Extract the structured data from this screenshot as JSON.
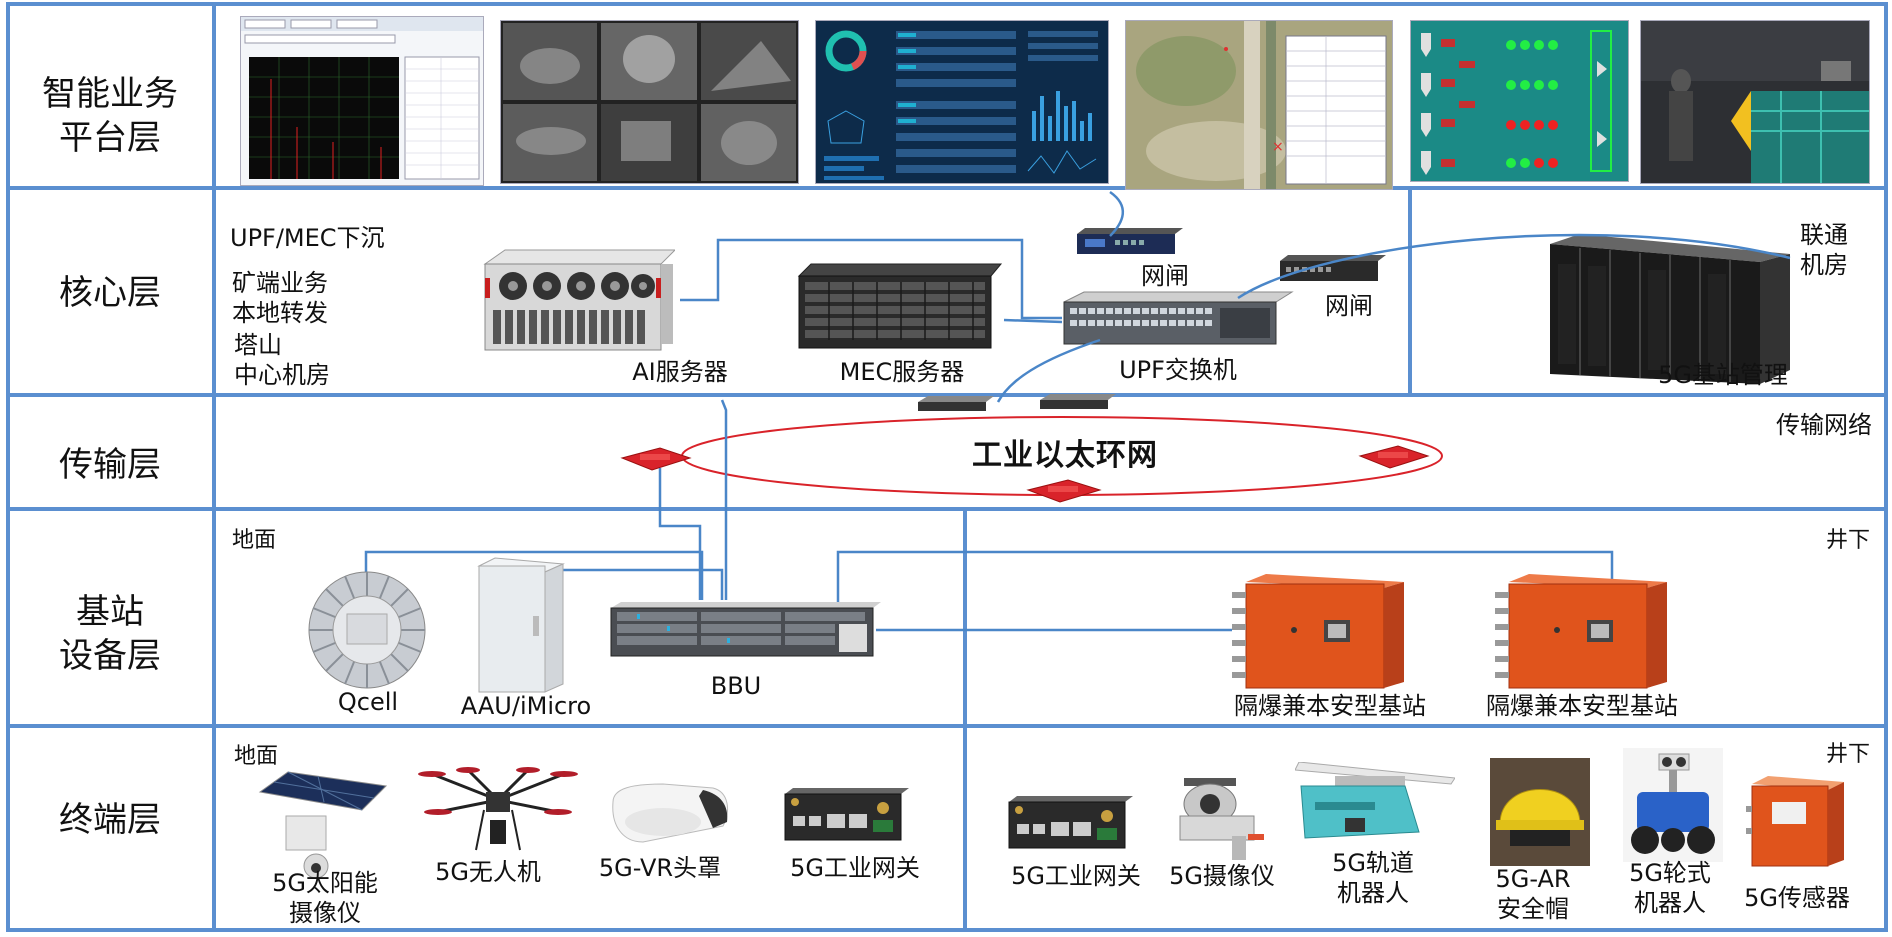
{
  "layers": {
    "platform": [
      "智能业务",
      "平台层"
    ],
    "core": [
      "核心层"
    ],
    "transport": [
      "传输层"
    ],
    "base": [
      "基站",
      "设备层"
    ],
    "terminal": [
      "终端层"
    ]
  },
  "core": {
    "upf_mec": "UPF/MEC下沉",
    "local_forward": [
      "矿端业务",
      "本地转发"
    ],
    "tashan": [
      "塔山",
      "中心机房"
    ],
    "ai_server": "AI服务器",
    "mec_server": "MEC服务器",
    "gateway_1": "网闸",
    "gateway_2": "网闸",
    "upf_switch": "UPF交换机",
    "unicom_room": [
      "联通",
      "机房"
    ],
    "station_mgmt": "5G基站管理"
  },
  "transport": {
    "ring": "工业以太环网",
    "network": "传输网络"
  },
  "base": {
    "surface": "地面",
    "underground": "井下",
    "qcell": "Qcell",
    "aau": "AAU/iMicro",
    "bbu": "BBU",
    "ex_station_1": "隔爆兼本安型基站",
    "ex_station_2": "隔爆兼本安型基站"
  },
  "terminal": {
    "surface": "地面",
    "underground": "井下",
    "solar_camera": [
      "5G太阳能",
      "摄像仪"
    ],
    "drone": "5G无人机",
    "vr": "5G-VR头罩",
    "gateway_surface": "5G工业网关",
    "gateway_under": "5G工业网关",
    "camera": "5G摄像仪",
    "rail_robot": [
      "5G轨道",
      "机器人"
    ],
    "ar_helmet": [
      "5G-AR",
      "安全帽"
    ],
    "wheel_robot": [
      "5G轮式",
      "机器人"
    ],
    "sensor": "5G传感器"
  },
  "colors": {
    "grid_blue": "#5b8fd0",
    "link_blue": "#4a86c8",
    "ring_red": "#d9232a",
    "cabinet_orange": "#e0541c",
    "screen_teal": "#1b8a86"
  },
  "icons": [
    "grid-chart-icon",
    "cctv-wall-icon",
    "dashboard-icon",
    "satellite-map-icon",
    "control-panel-icon",
    "vr-demo-icon",
    "server-icon",
    "switch-icon",
    "rack-icon",
    "router-icon",
    "qcell-icon",
    "aau-icon",
    "bbu-icon",
    "explosion-proof-station-icon",
    "solar-camera-icon",
    "drone-icon",
    "vr-headset-icon",
    "industrial-gateway-icon",
    "bullet-camera-icon",
    "rail-robot-icon",
    "ar-helmet-icon",
    "wheel-robot-icon",
    "sensor-box-icon"
  ]
}
